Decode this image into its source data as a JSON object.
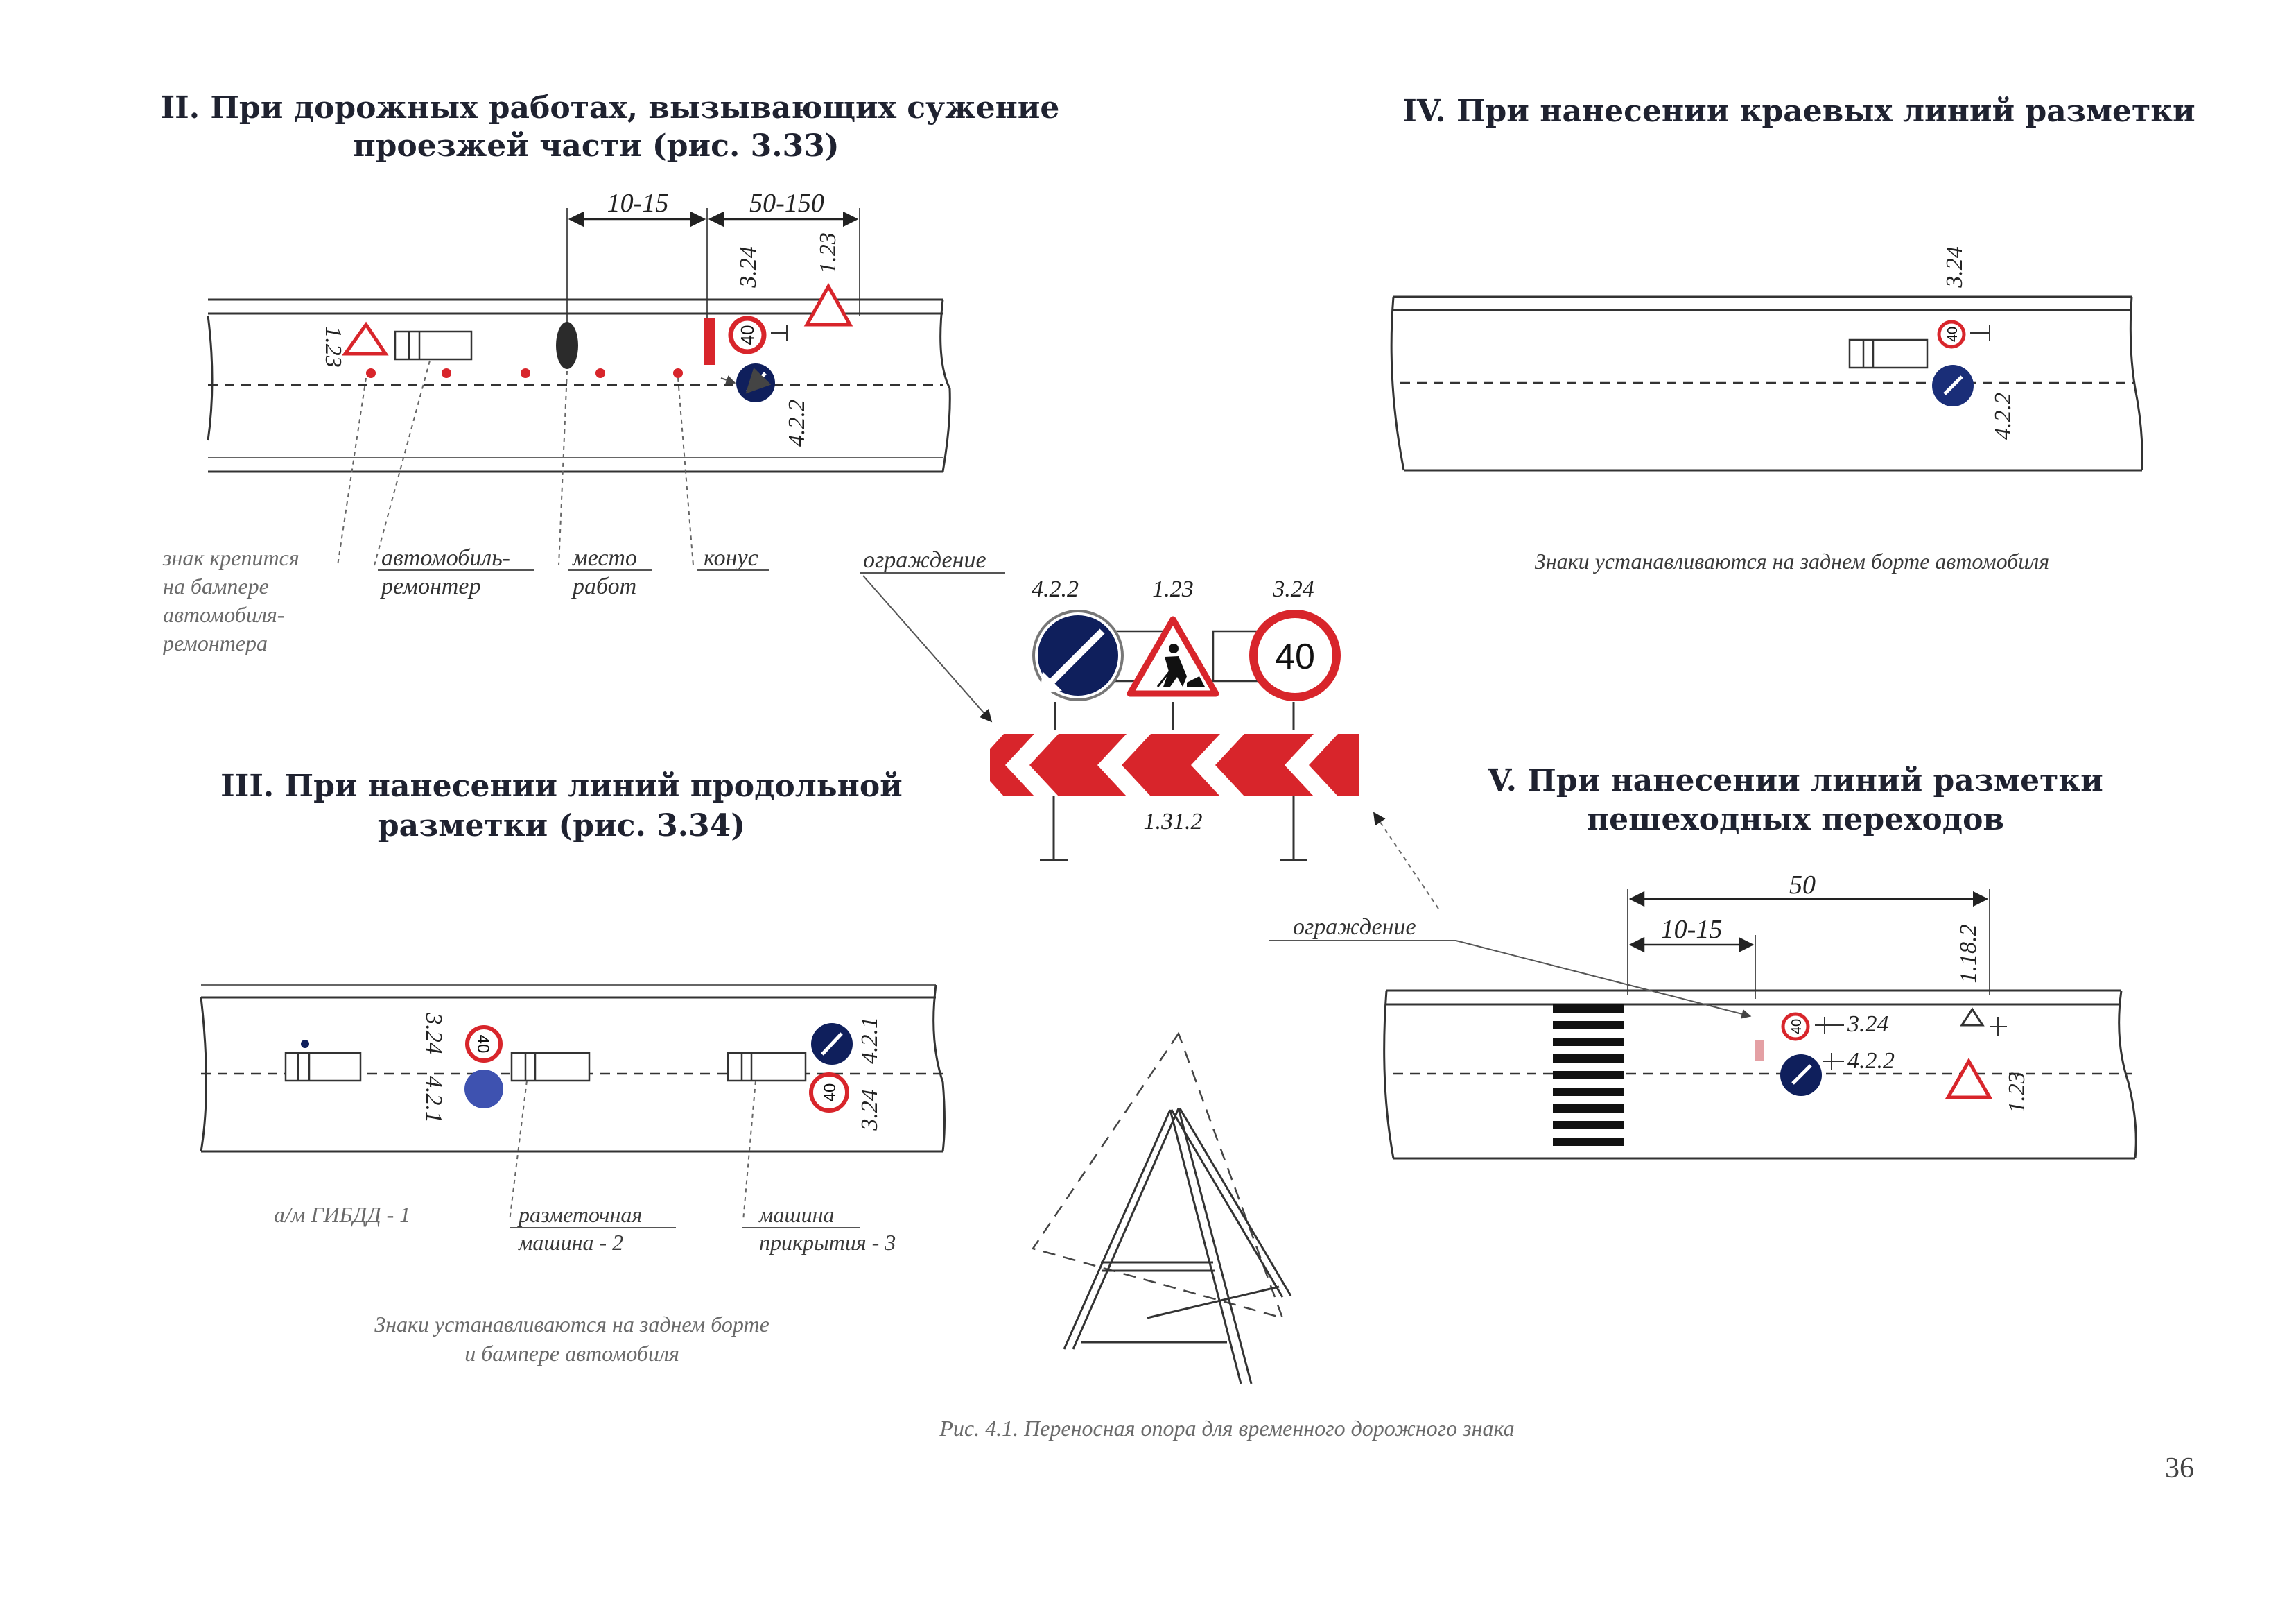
{
  "section_ii": {
    "title_line1": "II. При дорожных работах, вызывающих сужение",
    "title_line2": "проезжей части (рис. 3.33)",
    "dim_a": "10-15",
    "dim_b": "50-150",
    "sign_codes": [
      "1.23",
      "3.24",
      "4.2.2",
      "1.23"
    ],
    "labels": {
      "bumper_l1": "знак крепится",
      "bumper_l2": "на бампере",
      "bumper_l3": "автомобиля-",
      "bumper_l4": "ремонтера",
      "car_l1": "автомобиль-",
      "car_l2": "ремонтер",
      "site_l1": "место",
      "site_l2": "работ",
      "cone": "конус"
    },
    "sign_value": "40"
  },
  "section_iii": {
    "title_line1": "III. При нанесении линий продольной",
    "title_line2": "разметки (рис. 3.34)",
    "codes": [
      "3.24",
      "4.2.1",
      "4.2.1",
      "3.24"
    ],
    "sign_value": "40",
    "labels": {
      "police": "а/м ГИБДД - 1",
      "marking_l1": "разметочная",
      "marking_l2": "машина - 2",
      "cover_l1": "машина",
      "cover_l2": "прикрытия - 3"
    },
    "note_l1": "Знаки устанавливаются на заднем борте",
    "note_l2": "и бампере автомобиля"
  },
  "section_iv": {
    "title": "IV. При   нанесении краевых линий разметки",
    "codes": [
      "3.24",
      "4.2.2"
    ],
    "sign_value": "40",
    "note": "Знаки устанавливаются на заднем борте автомобиля"
  },
  "section_v": {
    "title_line1": "V. При нанесении линий разметки",
    "title_line2": "пешеходных переходов",
    "dim_total": "50",
    "dim_part": "10-15",
    "codes": [
      "1.18.2",
      "3.24",
      "4.2.2",
      "1.23"
    ],
    "fence_label": "ограждение",
    "sign_value": "40"
  },
  "center": {
    "fence_label": "ограждение",
    "sign_codes": [
      "4.2.2",
      "1.23",
      "3.24"
    ],
    "barrier_code": "1.31.2",
    "speed_value": "40"
  },
  "caption": "Рис. 4.1. Переносная опора для временного дорожного знака",
  "page_number": "36",
  "colors": {
    "red": "#d8252b",
    "blue": "#0f1f5c",
    "ink": "#1f2230"
  }
}
